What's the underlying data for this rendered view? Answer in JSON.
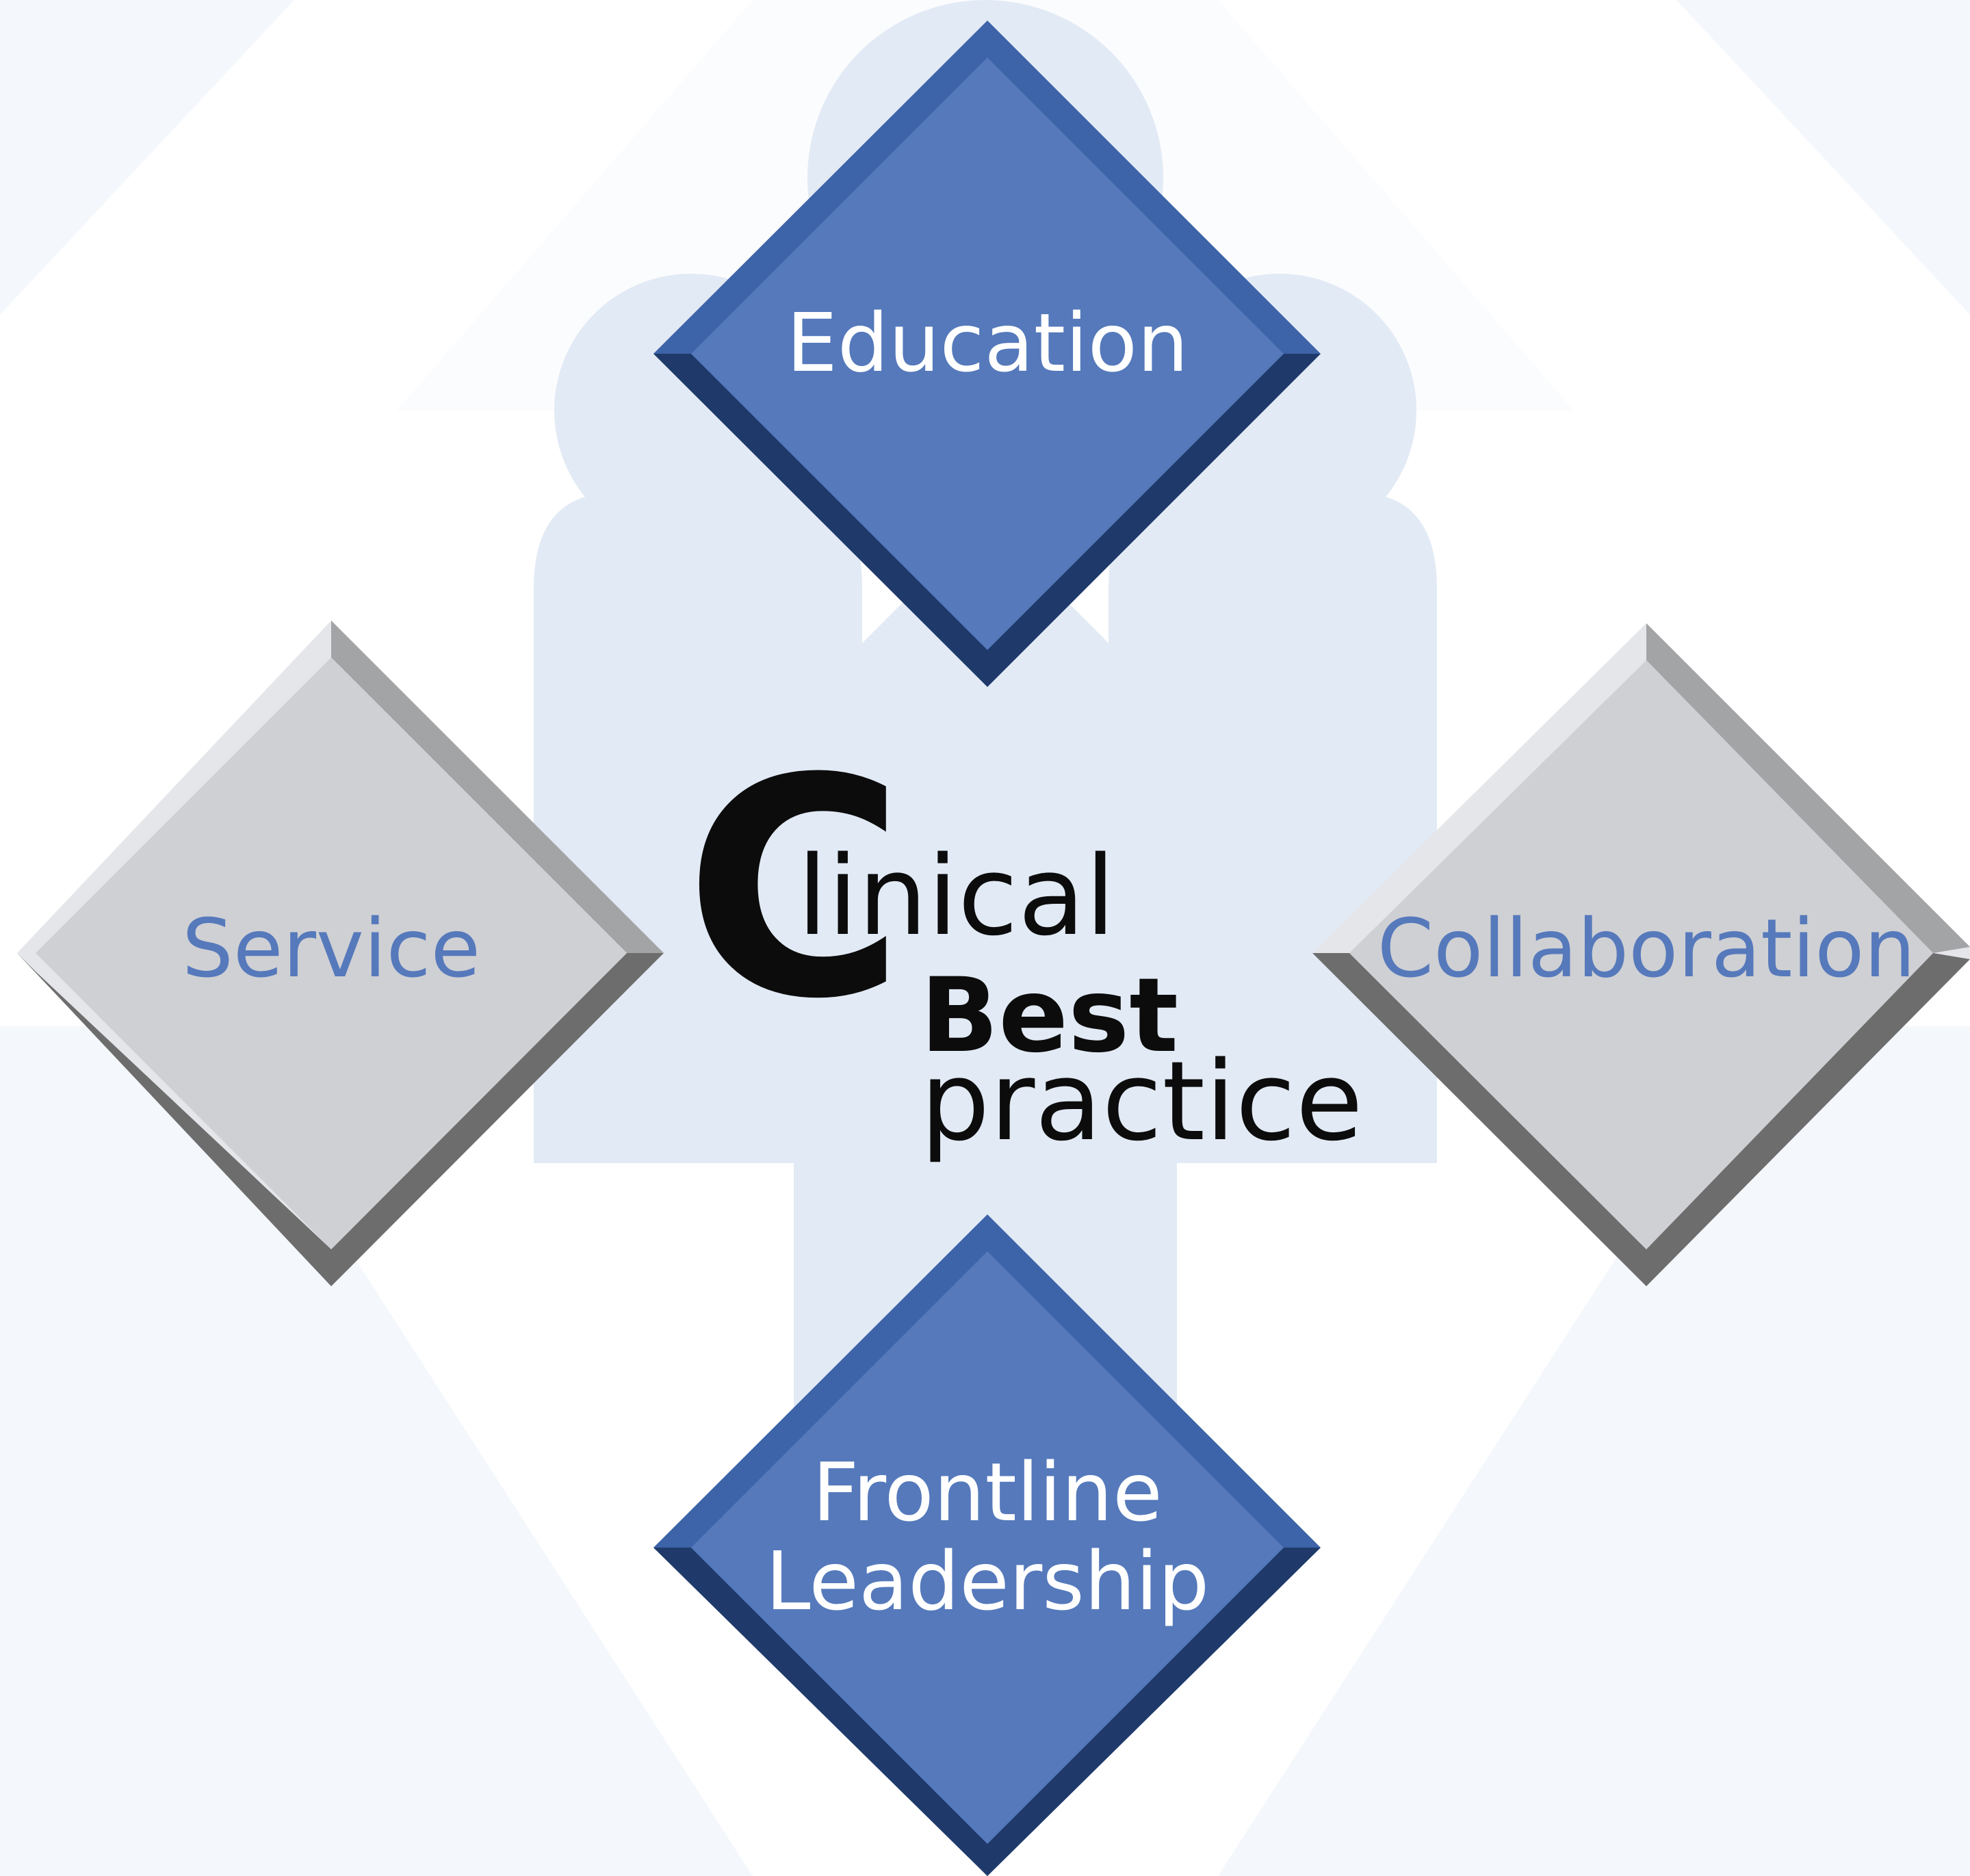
{
  "diagram": {
    "center": {
      "initial": "C",
      "line1": "linical",
      "line2": "Best",
      "line3": "practice"
    },
    "nodes": {
      "top": {
        "label": "Education"
      },
      "left": {
        "label": "Service"
      },
      "right": {
        "label": "Collaboration"
      },
      "bottom": {
        "line1": "Frontline",
        "line2": "Leadership"
      }
    }
  },
  "colors": {
    "blue_face": "#5579bb",
    "blue_light_edge": "#3d63a8",
    "blue_dark_edge": "#1f3a6a",
    "grey_face": "#cfd0d4",
    "grey_light_edge": "#e4e6ea",
    "grey_dark_edge": "#6d6d6d",
    "background_pattern": "#f4f7fb",
    "people_pattern": "#e2eaf5",
    "text_blue": "#5679bb"
  }
}
